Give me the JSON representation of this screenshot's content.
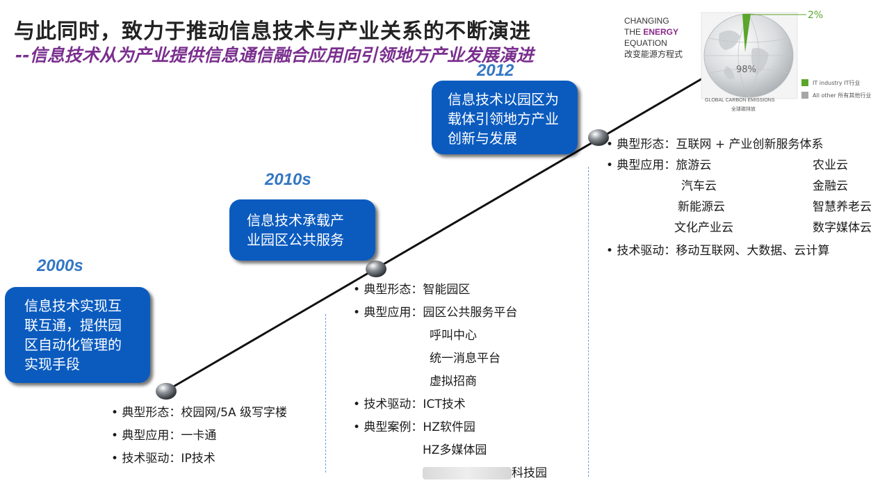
{
  "header": {
    "title": "与此同时，致力于推动信息技术与产业关系的不断演进",
    "subtitle": "--信息技术从为产业提供信息通信融合应用向引领地方产业发展演进"
  },
  "eras": [
    {
      "label": "2000s",
      "box": [
        "信息技术实现互",
        "联互通，提供园",
        "区自动化管理的",
        "实现手段"
      ]
    },
    {
      "label": "2010s",
      "box": [
        "信息技术承载产",
        "业园区公共服务"
      ]
    },
    {
      "label": "2012",
      "box": [
        "信息技术以园区为",
        "载体引领地方产业",
        "创新与发展"
      ]
    }
  ],
  "details_2000s": {
    "form": "• 典型形态：校园网/5A 级写字楼",
    "app": "• 典型应用：一卡通",
    "tech": "• 技术驱动：IP技术"
  },
  "details_2010s": {
    "form": "• 典型形态：智能园区",
    "app": "• 典型应用：园区公共服务平台",
    "app2": "呼叫中心",
    "app3": "统一消息平台",
    "app4": "虚拟招商",
    "tech": "• 技术驱动：ICT技术",
    "case": "• 典型案例：HZ软件园",
    "case2": "HZ多媒体园",
    "case3": "科技园"
  },
  "details_2012": {
    "form": "• 典型形态：互联网 + 产业创新服务体系",
    "app": "• 典型应用：旅游云",
    "app_r1": "农业云",
    "app_l2": "汽车云",
    "app_r2": "金融云",
    "app_l3": "新能源云",
    "app_r3": "智慧养老云",
    "app_l4": "文化产业云",
    "app_r4": "数字媒体云",
    "tech": "• 技术驱动：移动互联网、大数据、云计算"
  },
  "graphic": {
    "brand_line1": "CHANGING",
    "brand_line2a": "THE ",
    "brand_line2b": "ENERGY",
    "brand_line3": "EQUATION",
    "brand_cn": "改变能源方程式",
    "pct_it": "2%",
    "pct_other": "98%",
    "caption": "GLOBAL CARBON EMISSIONS",
    "caption_cn": "全球碳排放",
    "legend": [
      {
        "label": "IT industry  IT行业",
        "color": "#5aa52a"
      },
      {
        "label": "All other  所有其他行业",
        "color": "#a6a6a6"
      }
    ]
  },
  "colors": {
    "box": "#0b5bbf",
    "era": "#3477c4",
    "subtitle": "#7a2f8e",
    "accent": "#5aa52a"
  }
}
